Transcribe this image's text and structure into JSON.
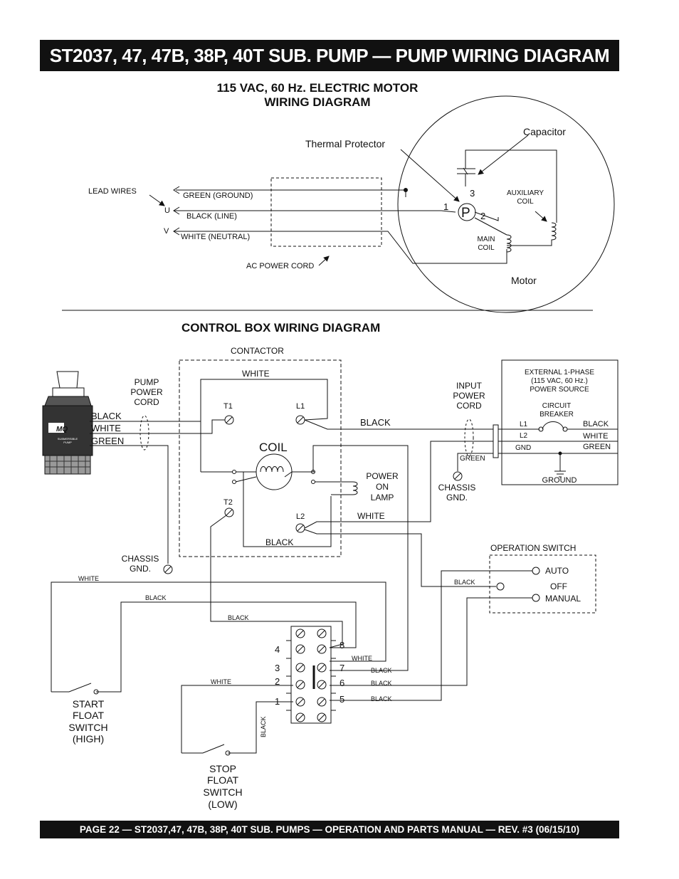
{
  "page_title": "ST2037, 47, 47B, 38P, 40T SUB. PUMP —  PUMP WIRING DIAGRAM",
  "footer": "PAGE 22 — ST2037,47, 47B, 38P, 40T  SUB. PUMPS  — OPERATION AND PARTS MANUAL — REV. #3 (06/15/10)",
  "motor_diagram": {
    "title_line1": "115 VAC, 60 Hz. ELECTRIC MOTOR",
    "title_line2": "WIRING DIAGRAM",
    "thermal_protector": "Thermal Protector",
    "capacitor": "Capacitor",
    "lead_wires": "LEAD WIRES",
    "green_ground": "GREEN (GROUND)",
    "u": "U",
    "black_line": "BLACK (LINE)",
    "v": "V",
    "white_neutral": "WHITE (NEUTRAL)",
    "ac_power_cord": "AC POWER CORD",
    "auxiliary_coil_1": "AUXILIARY",
    "auxiliary_coil_2": "COIL",
    "main_coil_1": "MAIN",
    "main_coil_2": "COIL",
    "protector_symbol": "P",
    "terminal_1": "1",
    "terminal_2": "2",
    "terminal_3": "3",
    "motor": "Motor"
  },
  "control_box": {
    "title": "CONTROL BOX WIRING DIAGRAM",
    "contactor": "CONTACTOR",
    "white_top": "WHITE",
    "t1": "T1",
    "l1": "L1",
    "t2": "T2",
    "l2": "L2",
    "coil": "COIL",
    "power_on_lamp_1": "POWER",
    "power_on_lamp_2": "ON",
    "power_on_lamp_3": "LAMP",
    "white_mid": "WHITE",
    "black_bottom": "BLACK",
    "pump_power_cord_1": "PUMP",
    "pump_power_cord_2": "POWER",
    "pump_power_cord_3": "CORD",
    "pump_black": "BLACK",
    "pump_white": "WHITE",
    "pump_green": "GREEN",
    "pump_logo": "MQ",
    "pump_label_1": "SUBMERSIBLE",
    "pump_label_2": "PUMP",
    "chassis_gnd_left_1": "CHASSIS",
    "chassis_gnd_left_2": "GND.",
    "input_cord_1": "INPUT",
    "input_cord_2": "POWER",
    "input_cord_3": "CORD",
    "input_black": "BLACK",
    "input_green": "GREEN",
    "chassis_gnd_right_1": "CHASSIS",
    "chassis_gnd_right_2": "GND.",
    "ext_source_1": "EXTERNAL 1-PHASE",
    "ext_source_2": "(115 VAC, 60 Hz.)",
    "ext_source_3": "POWER SOURCE",
    "circuit_breaker_1": "CIRCUIT",
    "circuit_breaker_2": "BREAKER",
    "src_l1": "L1",
    "src_l2": "L2",
    "src_gnd": "GND",
    "src_black": "BLACK",
    "src_white": "WHITE",
    "src_green": "GREEN",
    "src_ground": "GROUND",
    "operation_switch": "OPERATION SWITCH",
    "auto": "AUTO",
    "off": "OFF",
    "manual": "MANUAL",
    "op_black": "BLACK",
    "wire_white_left": "WHITE",
    "wire_black_left": "BLACK",
    "wire_black_t2": "BLACK",
    "tb_white_8": "WHITE",
    "tb_black_7": "BLACK",
    "tb_black_6": "BLACK",
    "tb_black_5": "BLACK",
    "wire_white_2": "WHITE",
    "wire_black_vert": "BLACK",
    "tb_1": "1",
    "tb_2": "2",
    "tb_3": "3",
    "tb_4": "4",
    "tb_5": "5",
    "tb_6": "6",
    "tb_7": "7",
    "tb_8": "8",
    "start_float_1": "START",
    "start_float_2": "FLOAT",
    "start_float_3": "SWITCH",
    "start_float_4": "(HIGH)",
    "stop_float_1": "STOP",
    "stop_float_2": "FLOAT",
    "stop_float_3": "SWITCH",
    "stop_float_4": "(LOW)"
  }
}
